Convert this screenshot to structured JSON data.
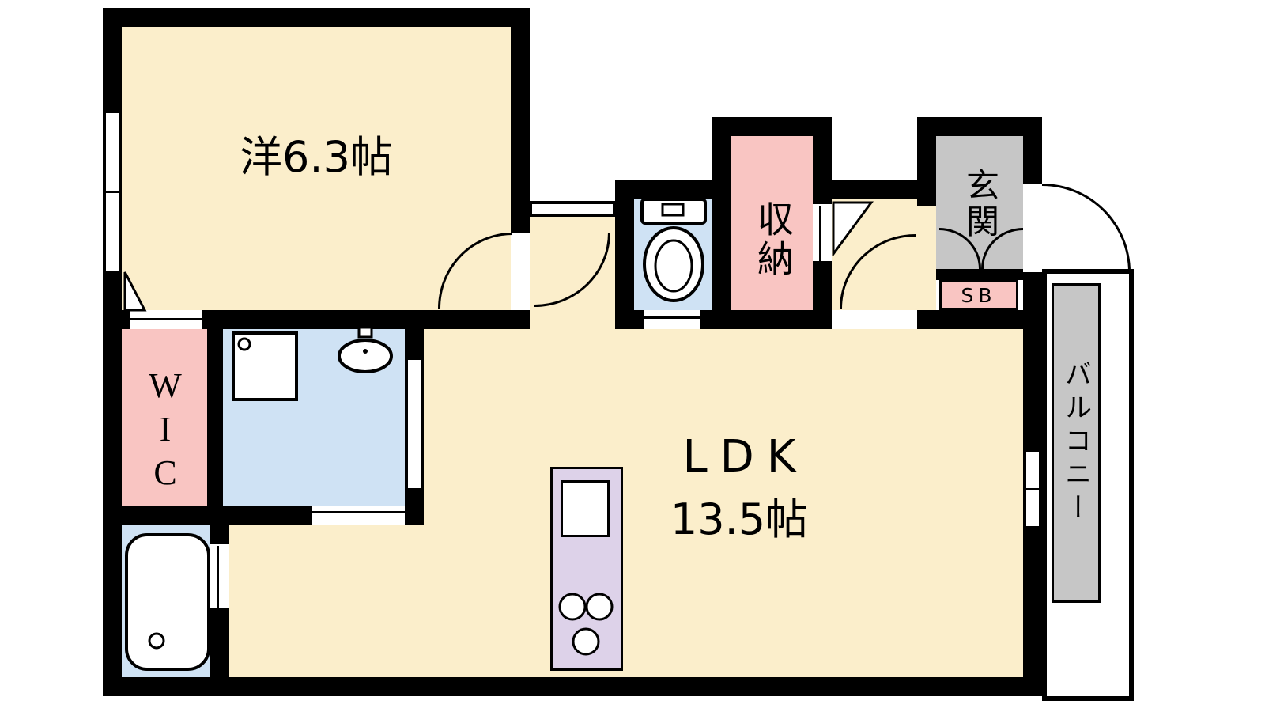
{
  "floorplan": {
    "kind": "apartment-floor-plan",
    "labels": {
      "bedroom": "洋6.3帖",
      "wic": "WIC",
      "ldk": "LDK",
      "ldk_size": "13.5帖",
      "storage": "収納",
      "entrance": "玄関",
      "shoe_box": "SB",
      "balcony": "バルコニー"
    },
    "colors": {
      "wall": "#000000",
      "bg": "#ffffff",
      "room": "#fbeecb",
      "closet": "#f9c5c2",
      "wet_area": "#cfe2f4",
      "kitchen": "#ddd2e9",
      "entrance_floor": "#c6c6c6"
    }
  }
}
